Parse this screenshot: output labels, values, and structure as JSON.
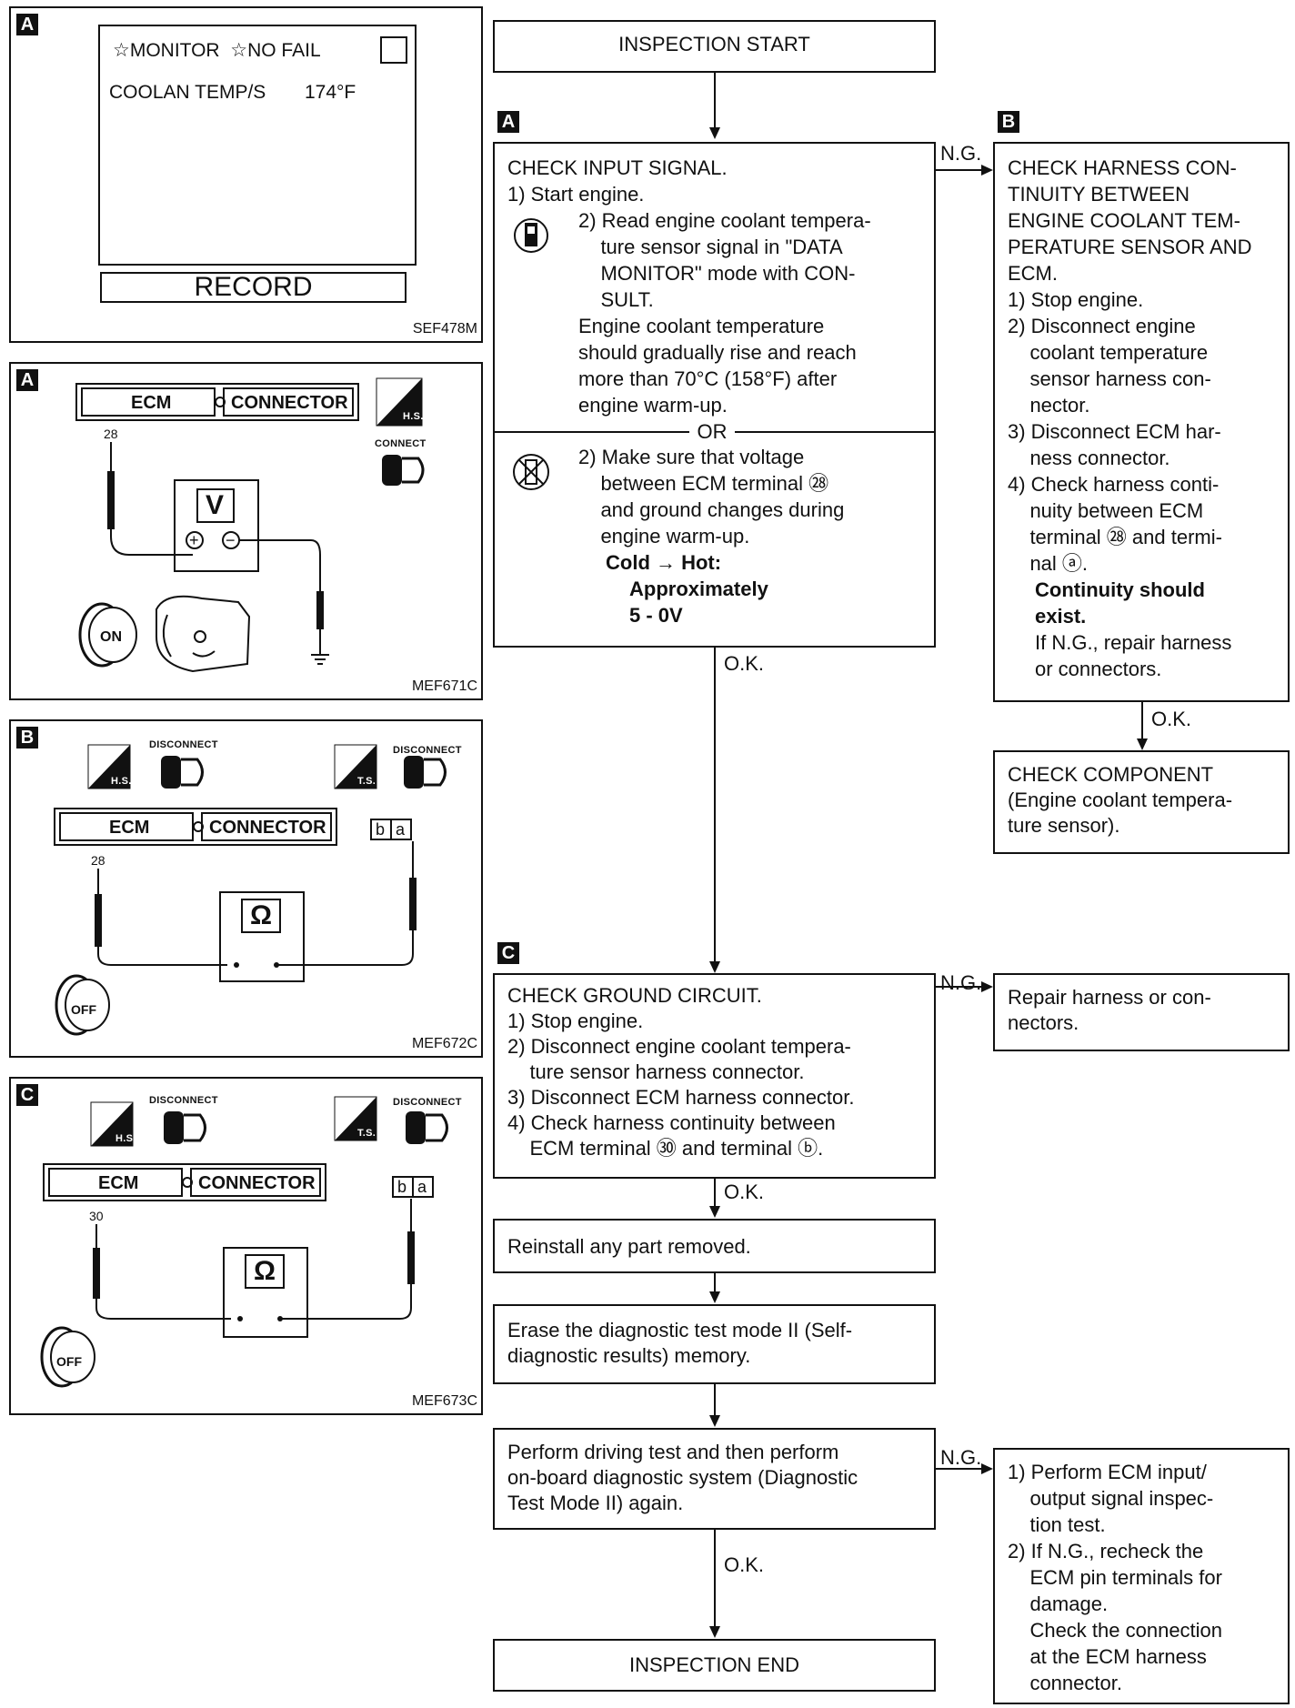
{
  "panels": {
    "a_monitor": {
      "tag": "A",
      "header": "☆MONITOR  ☆NO FAIL",
      "row_label": "COOLAN TEMP/S",
      "row_value": "174°F",
      "record": "RECORD",
      "code": "SEF478M"
    },
    "a_voltage": {
      "tag": "A",
      "ecm": "ECM",
      "connector": "CONNECTOR",
      "hs": "H.S.",
      "connect": "CONNECT",
      "terminal": "28",
      "meter": "V",
      "plus": "+",
      "minus": "−",
      "key": "ON",
      "code": "MEF671C"
    },
    "b_continuity": {
      "tag": "B",
      "disconnect1": "DISCONNECT",
      "disconnect2": "DISCONNECT",
      "hs": "H.S.",
      "ts": "T.S.",
      "ecm": "ECM",
      "connector": "CONNECTOR",
      "terminal": "28",
      "meter": "Ω",
      "pin_b": "b",
      "pin_a": "a",
      "key": "OFF",
      "code": "MEF672C"
    },
    "c_ground": {
      "tag": "C",
      "disconnect1": "DISCONNECT",
      "disconnect2": "DISCONNECT",
      "hs": "H.S",
      "ts": "T.S.",
      "ecm": "ECM",
      "connector": "CONNECTOR",
      "terminal": "30",
      "meter": "Ω",
      "pin_b": "b",
      "pin_a": "a",
      "key": "OFF",
      "code": "MEF673C"
    }
  },
  "flow": {
    "start": "INSPECTION START",
    "end": "INSPECTION END",
    "tag_a": "A",
    "tag_b": "B",
    "tag_c": "C",
    "ng": "N.G.",
    "ok": "O.K.",
    "or": "OR",
    "check_input": {
      "title": "CHECK INPUT SIGNAL.",
      "step1": "1) Start engine.",
      "step2_lines": [
        "2) Read engine coolant tempera-",
        "    ture sensor signal in \"DATA",
        "    MONITOR\" mode with CON-",
        "    SULT."
      ],
      "result_lines": [
        "Engine coolant temperature",
        "should gradually rise and reach",
        "more than 70°C (158°F) after",
        "engine warm-up."
      ],
      "alt_lines": [
        "2) Make sure that voltage",
        "    between ECM terminal ㉘",
        "    and ground changes during",
        "    engine warm-up."
      ],
      "cold_hot": "Cold → Hot:",
      "approx": "Approximately",
      "volt": "5 - 0V"
    },
    "check_harness": {
      "lines": [
        "CHECK HARNESS CON-",
        "TINUITY BETWEEN",
        "ENGINE COOLANT TEM-",
        "PERATURE SENSOR AND",
        "ECM.",
        "1) Stop engine.",
        "2) Disconnect engine",
        "    coolant temperature",
        "    sensor harness con-",
        "    nector.",
        "3) Disconnect ECM har-",
        "    ness connector.",
        "4) Check harness conti-",
        "    nuity between ECM",
        "    terminal ㉘ and termi-",
        "    nal ⓐ."
      ],
      "bold1": "Continuity should",
      "bold2": "exist.",
      "repair_lines": [
        "If N.G., repair harness",
        "or connectors."
      ]
    },
    "check_component": {
      "lines": [
        "CHECK COMPONENT",
        "(Engine coolant tempera-",
        "ture sensor)."
      ]
    },
    "check_ground": {
      "lines": [
        "CHECK GROUND CIRCUIT.",
        "1) Stop engine.",
        "2) Disconnect engine coolant tempera-",
        "    ture sensor harness connector.",
        "3) Disconnect ECM harness connector.",
        "4) Check harness continuity between",
        "    ECM terminal ㉚ and terminal ⓑ."
      ]
    },
    "repair": {
      "lines": [
        "Repair harness or con-",
        "nectors."
      ]
    },
    "reinstall": {
      "text": "Reinstall any part removed."
    },
    "erase": {
      "lines": [
        "Erase the diagnostic test mode II (Self-",
        "diagnostic results) memory."
      ]
    },
    "perform": {
      "lines": [
        "Perform driving test and then perform",
        "on-board diagnostic system (Diagnostic",
        "Test Mode II) again."
      ]
    },
    "ecm_check": {
      "lines": [
        "1) Perform ECM input/",
        "    output signal inspec-",
        "    tion test.",
        "2) If N.G., recheck the",
        "    ECM pin terminals for",
        "    damage.",
        "    Check the connection",
        "    at the ECM harness",
        "    connector."
      ]
    }
  }
}
